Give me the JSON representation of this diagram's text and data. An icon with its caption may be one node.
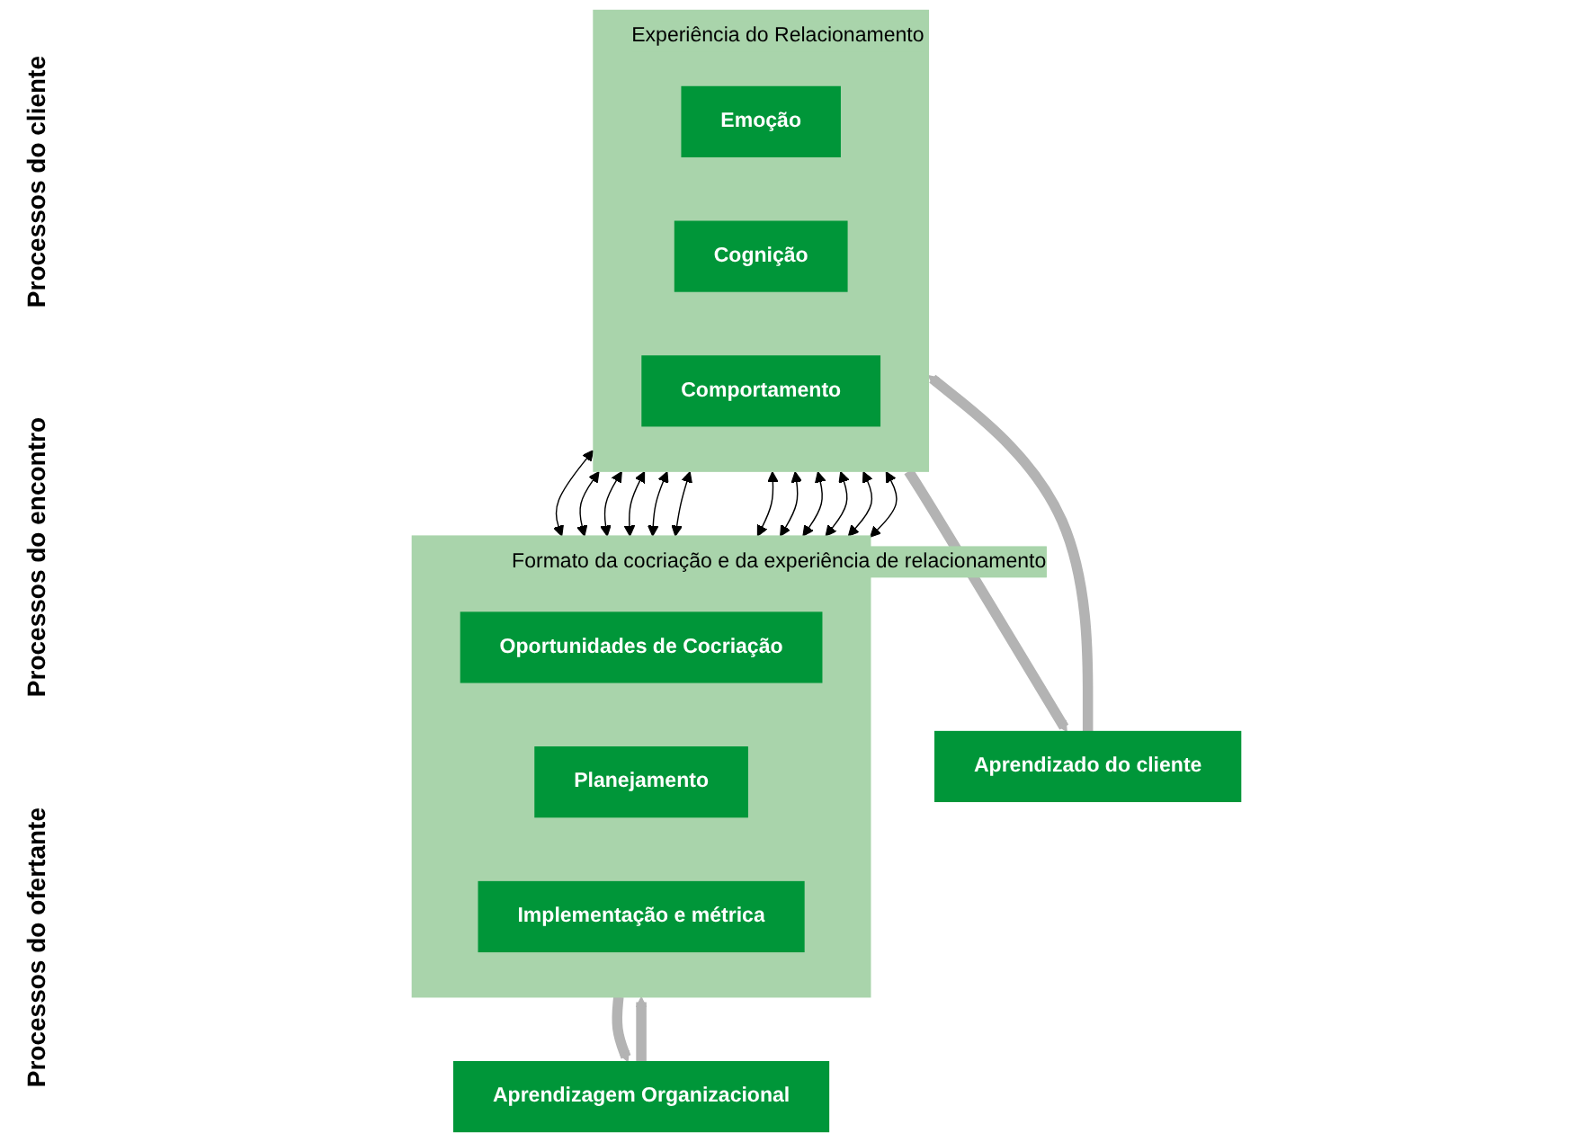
{
  "diagram": {
    "nodes": [
      {
        "text": [
          "Aprendizado do cliente"
        ]
      },
      {
        "text": [
          "Experiência do Relacionamento"
        ]
      },
      {
        "text": [
          "Emoção"
        ],
        "in": 1
      },
      {
        "text": [
          "Cognição"
        ],
        "in": 1
      },
      {
        "text": [
          "Comportamento"
        ],
        "in": 1
      },
      {
        "text": [
          "Formato da cocriação e da experiência  de relacionamento"
        ]
      },
      {
        "text": [
          "Oportunidades de Cocriação"
        ],
        "in": 5
      },
      {
        "text": [
          "Planejamento"
        ],
        "in": 5
      },
      {
        "text": [
          "Implementação e métrica"
        ],
        "in": 5
      },
      {
        "text": [
          "Aprendizagem Organizacional"
        ]
      }
    ],
    "edges": [
      {
        "from": 1,
        "to": 0,
        "arrow": "to",
        "style": "thick",
        "color": "#b3b3b3"
      },
      {
        "from": 0,
        "to": 1,
        "arrow": "to",
        "style": "thick",
        "color": "#b3b3b3"
      },
      {
        "from": 1,
        "to": 5,
        "arrow": "both"
      },
      {
        "from": 1,
        "to": 5,
        "arrow": "both"
      },
      {
        "from": 1,
        "to": 5,
        "arrow": "both"
      },
      {
        "from": 1,
        "to": 5,
        "arrow": "both"
      },
      {
        "from": 1,
        "to": 5,
        "arrow": "both"
      },
      {
        "from": 1,
        "to": 5,
        "arrow": "both"
      },
      {
        "from": 1,
        "to": 5,
        "arrow": "both"
      },
      {
        "from": 1,
        "to": 5,
        "arrow": "both"
      },
      {
        "from": 1,
        "to": 5,
        "arrow": "both"
      },
      {
        "from": 1,
        "to": 5,
        "arrow": "both"
      },
      {
        "from": 1,
        "to": 5,
        "arrow": "both"
      },
      {
        "from": 1,
        "to": 5,
        "arrow": "both"
      },
      {
        "from": 9,
        "to": 5,
        "arrow": "to",
        "style": "thick",
        "color": "#b3b3b3"
      },
      {
        "from": 5,
        "to": 9,
        "arrow": "to",
        "style": "thick",
        "color": "#b3b3b3"
      }
    ],
    "labels": [
      "Processos do cliente",
      "Processos do encontro",
      "Processos do ofertante"
    ]
  }
}
